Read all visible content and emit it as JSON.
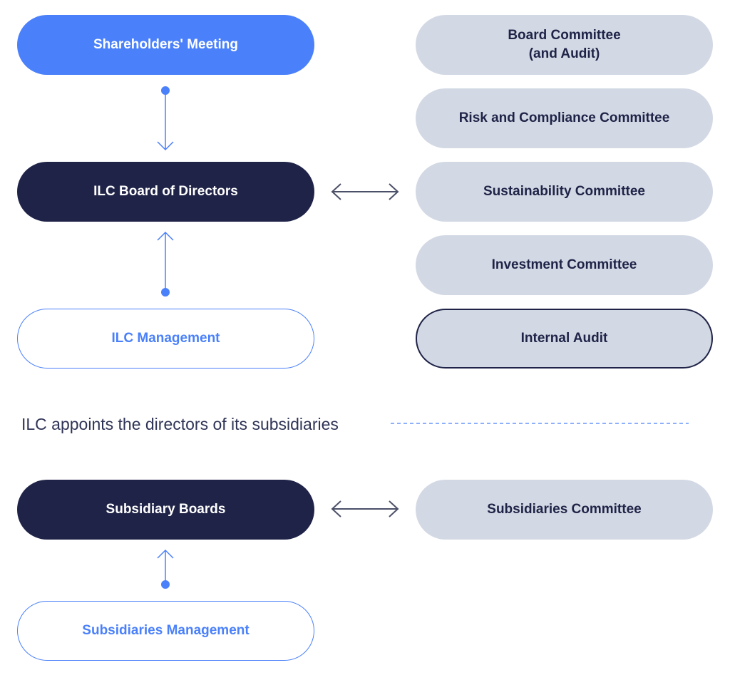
{
  "nodes": {
    "shareholders_meeting": "Shareholders' Meeting",
    "board_of_directors": "ILC Board of Directors",
    "management": "ILC Management",
    "board_committee": "Board Committee\n(and Audit)",
    "risk_compliance_committee": "Risk and Compliance Committee",
    "sustainability_committee": "Sustainability Committee",
    "investment_committee": "Investment Committee",
    "internal_audit": "Internal Audit",
    "subsidiary_boards": "Subsidiary Boards",
    "subsidiaries_committee": "Subsidiaries Committee",
    "subsidiaries_management": "Subsidiaries Management"
  },
  "note": "ILC appoints the directors of its subsidiaries",
  "colors": {
    "accent_blue": "#4a80fa",
    "navy": "#1f2347",
    "committee_grey": "#d3d9e4",
    "arrow_dark": "#4b5068"
  }
}
